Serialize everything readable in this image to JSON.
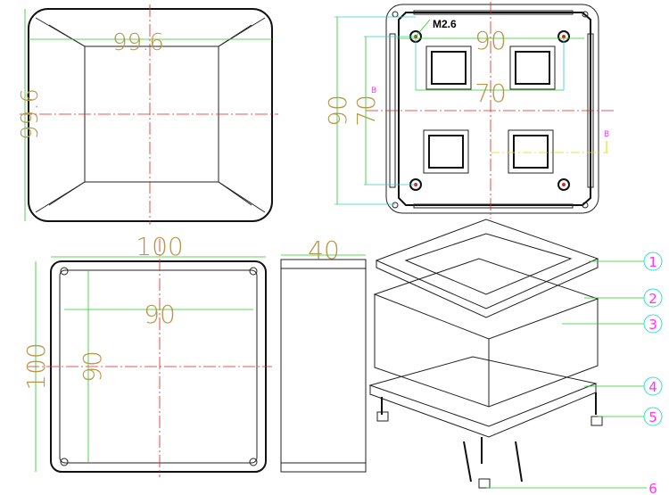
{
  "top_view": {
    "width_label": "99.6",
    "height_label": "99.6"
  },
  "base_view": {
    "thread_label": "M2.6",
    "outer_width": "90",
    "inner_width": "70",
    "outer_height": "90",
    "inner_height": "70",
    "section_label": "B"
  },
  "bottom_view": {
    "width_label": "100",
    "height_label": "100",
    "inner_width": "90",
    "inner_height": "90"
  },
  "side_view": {
    "depth_label": "40"
  },
  "exploded_view": {
    "callouts": [
      "1",
      "2",
      "3",
      "4",
      "5",
      "6"
    ]
  },
  "colors": {
    "dimension": "#b8974a",
    "centerline": "#e02020",
    "callout": "#ff33ff"
  }
}
